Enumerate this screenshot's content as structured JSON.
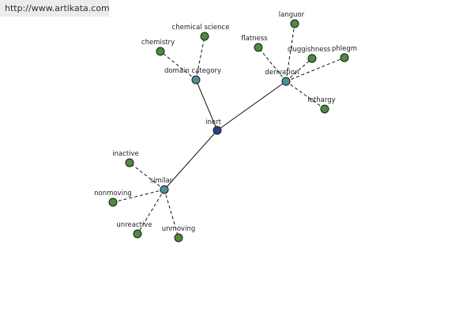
{
  "url_bar": {
    "text": "http://www.artikata.com"
  },
  "graph": {
    "center": {
      "id": "inert",
      "label": "inert",
      "color": "#2f3f86"
    },
    "hubs": [
      {
        "id": "domain_category",
        "label": "domain category",
        "color": "#4f8f98"
      },
      {
        "id": "derivation",
        "label": "derivation",
        "color": "#4f8f98"
      },
      {
        "id": "similar",
        "label": "similar",
        "color": "#4f8f98"
      }
    ],
    "leaves": [
      {
        "id": "chemistry",
        "label": "chemistry",
        "parent": "domain_category",
        "color": "#4d8c3f"
      },
      {
        "id": "chemical_science",
        "label": "chemical science",
        "parent": "domain_category",
        "color": "#4d8c3f"
      },
      {
        "id": "flatness",
        "label": "flatness",
        "parent": "derivation",
        "color": "#4d8c3f"
      },
      {
        "id": "languor",
        "label": "languor",
        "parent": "derivation",
        "color": "#4d8c3f"
      },
      {
        "id": "sluggishness",
        "label": "sluggishness",
        "parent": "derivation",
        "color": "#4d8c3f"
      },
      {
        "id": "phlegm",
        "label": "phlegm",
        "parent": "derivation",
        "color": "#4d8c3f"
      },
      {
        "id": "lethargy",
        "label": "lethargy",
        "parent": "derivation",
        "color": "#4d8c3f"
      },
      {
        "id": "inactive",
        "label": "inactive",
        "parent": "similar",
        "color": "#4d8c3f"
      },
      {
        "id": "nonmoving",
        "label": "nonmoving",
        "parent": "similar",
        "color": "#4d8c3f"
      },
      {
        "id": "unreactive",
        "label": "unreactive",
        "parent": "similar",
        "color": "#4d8c3f"
      },
      {
        "id": "unmoving",
        "label": "unmoving",
        "parent": "similar",
        "color": "#4d8c3f"
      }
    ]
  }
}
